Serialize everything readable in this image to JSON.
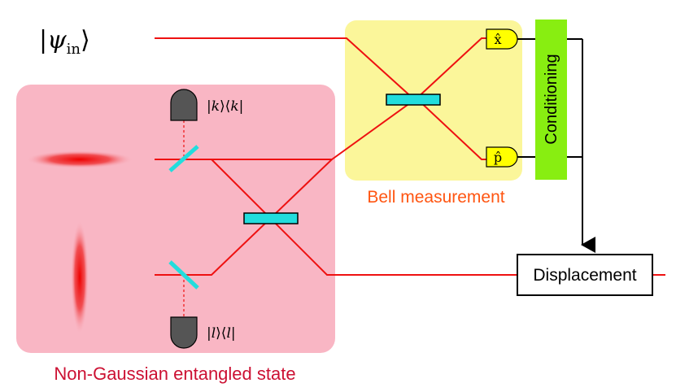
{
  "input_state": {
    "bar": "|",
    "psi": "ψ",
    "sub": "in",
    "ket": "⟩"
  },
  "projector_k": {
    "l1": "|",
    "k1": "k",
    "m1": "⟩⟨",
    "k2": "k",
    "r1": "|"
  },
  "projector_l": {
    "l1": "|",
    "k1": "l",
    "m1": "⟩⟨",
    "k2": "l",
    "r1": "|"
  },
  "detector_x": "x̂",
  "detector_p": "p̂",
  "conditioning_label": "Conditioning",
  "bell_label": "Bell measurement",
  "displacement_label": "Displacement",
  "entangled_label": "Non-Gaussian entangled state",
  "colors": {
    "beam": "#ee1111",
    "pink_box": "#f9b6c4",
    "yellow_box": "#fbf69a",
    "conditioning": "#88ee11",
    "beamsplitter": "#22dddd",
    "detector_grey": "#555555",
    "detector_yellow": "#ffff00",
    "bell_text": "#ff5511",
    "entangled_text": "#cc1133"
  }
}
